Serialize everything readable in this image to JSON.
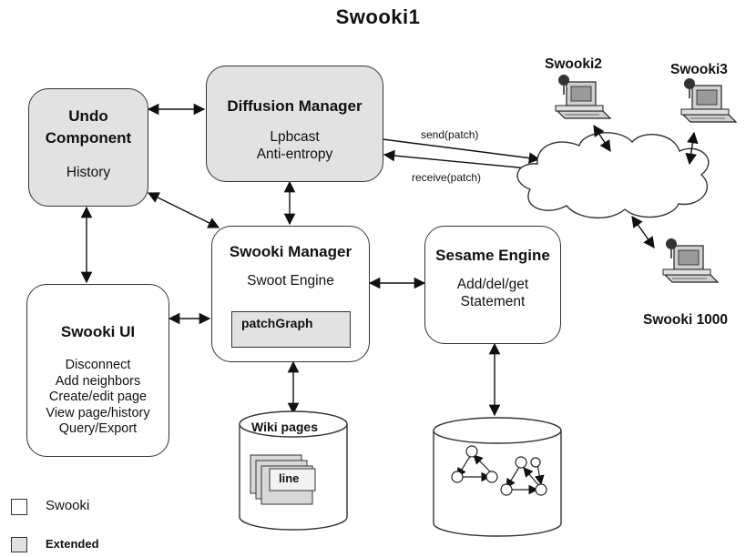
{
  "title": "Swooki1",
  "boxes": {
    "undo": {
      "title": "Undo",
      "title2": "Component",
      "line1": "History"
    },
    "diffusion": {
      "title": "Diffusion Manager",
      "line1": "Lpbcast",
      "line2": "Anti-entropy"
    },
    "manager": {
      "title": "Swooki Manager",
      "line1": "Swoot Engine",
      "inner": "patchGraph"
    },
    "sesame": {
      "title": "Sesame Engine",
      "line1": "Add/del/get",
      "line2": "Statement"
    },
    "ui": {
      "title": "Swooki UI",
      "items": [
        "Disconnect",
        "Add neighbors",
        "Create/edit page",
        "View page/history",
        "Query/Export"
      ]
    }
  },
  "edges": {
    "send": "send(patch)",
    "receive": "receive(patch)"
  },
  "wiki_db": {
    "title": "Wiki pages",
    "page": "line"
  },
  "hosts": {
    "h2": "Swooki2",
    "h3": "Swooki3",
    "h1000": "Swooki 1000"
  },
  "legend": {
    "plain": "Swooki",
    "extended": "Extended"
  },
  "colors": {
    "extended_fill": "#e2e2e2",
    "stroke": "#333333"
  }
}
